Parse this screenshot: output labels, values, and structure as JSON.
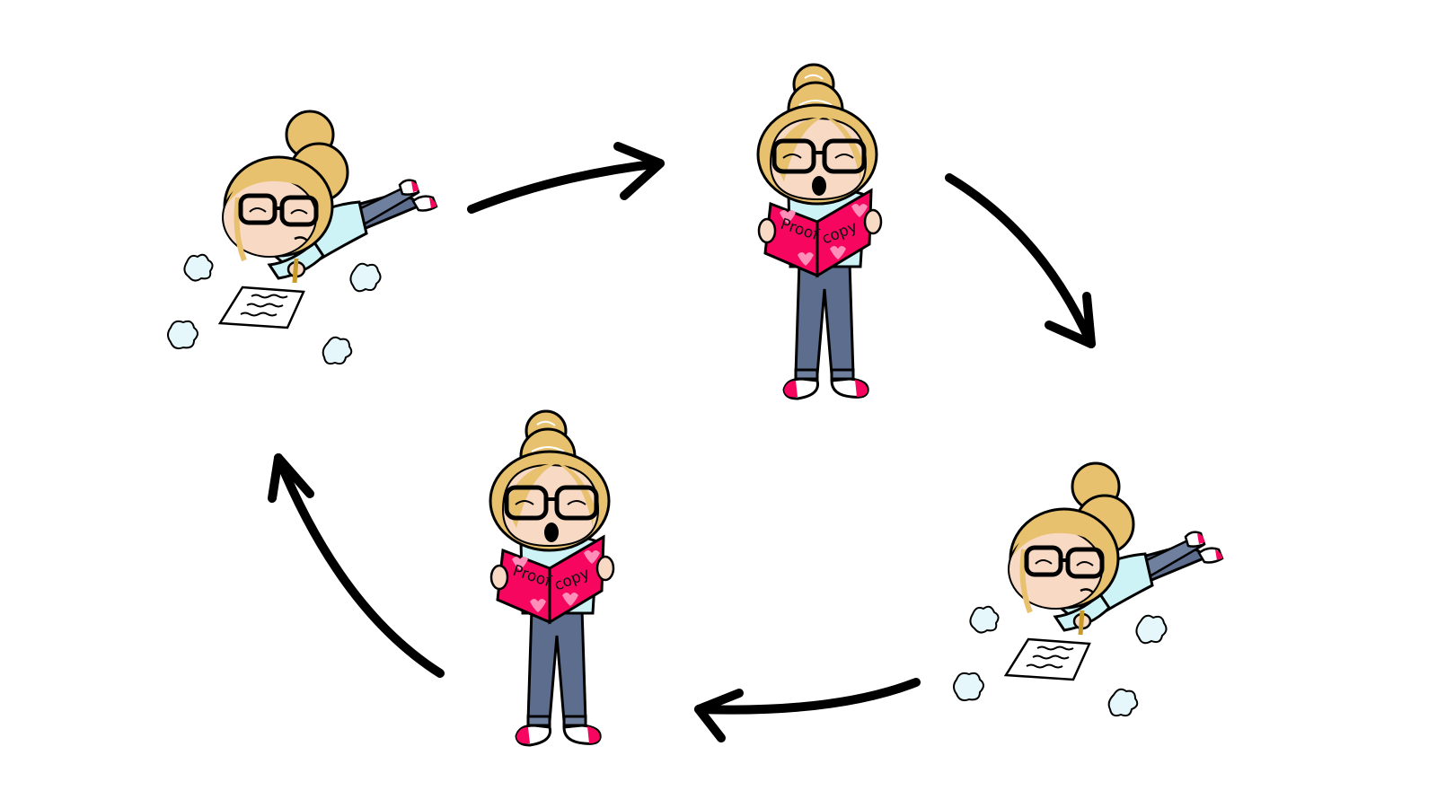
{
  "diagram": {
    "type": "cycle",
    "stages": [
      {
        "id": "writing-1",
        "activity": "writing"
      },
      {
        "id": "reading-1",
        "activity": "reading",
        "book_left": "Proof",
        "book_right": "copy"
      },
      {
        "id": "writing-2",
        "activity": "writing"
      },
      {
        "id": "reading-2",
        "activity": "reading",
        "book_left": "Proof",
        "book_right": "copy"
      }
    ],
    "arrow_direction": "clockwise"
  },
  "colors": {
    "hair": "#e8c16f",
    "skin": "#f7d9c4",
    "shirt": "#cdf3f7",
    "jeans": "#5d6d8e",
    "book": "#f7065f",
    "heart": "#ff8fb8",
    "sock": "#f7065f",
    "arrow": "#000000"
  }
}
